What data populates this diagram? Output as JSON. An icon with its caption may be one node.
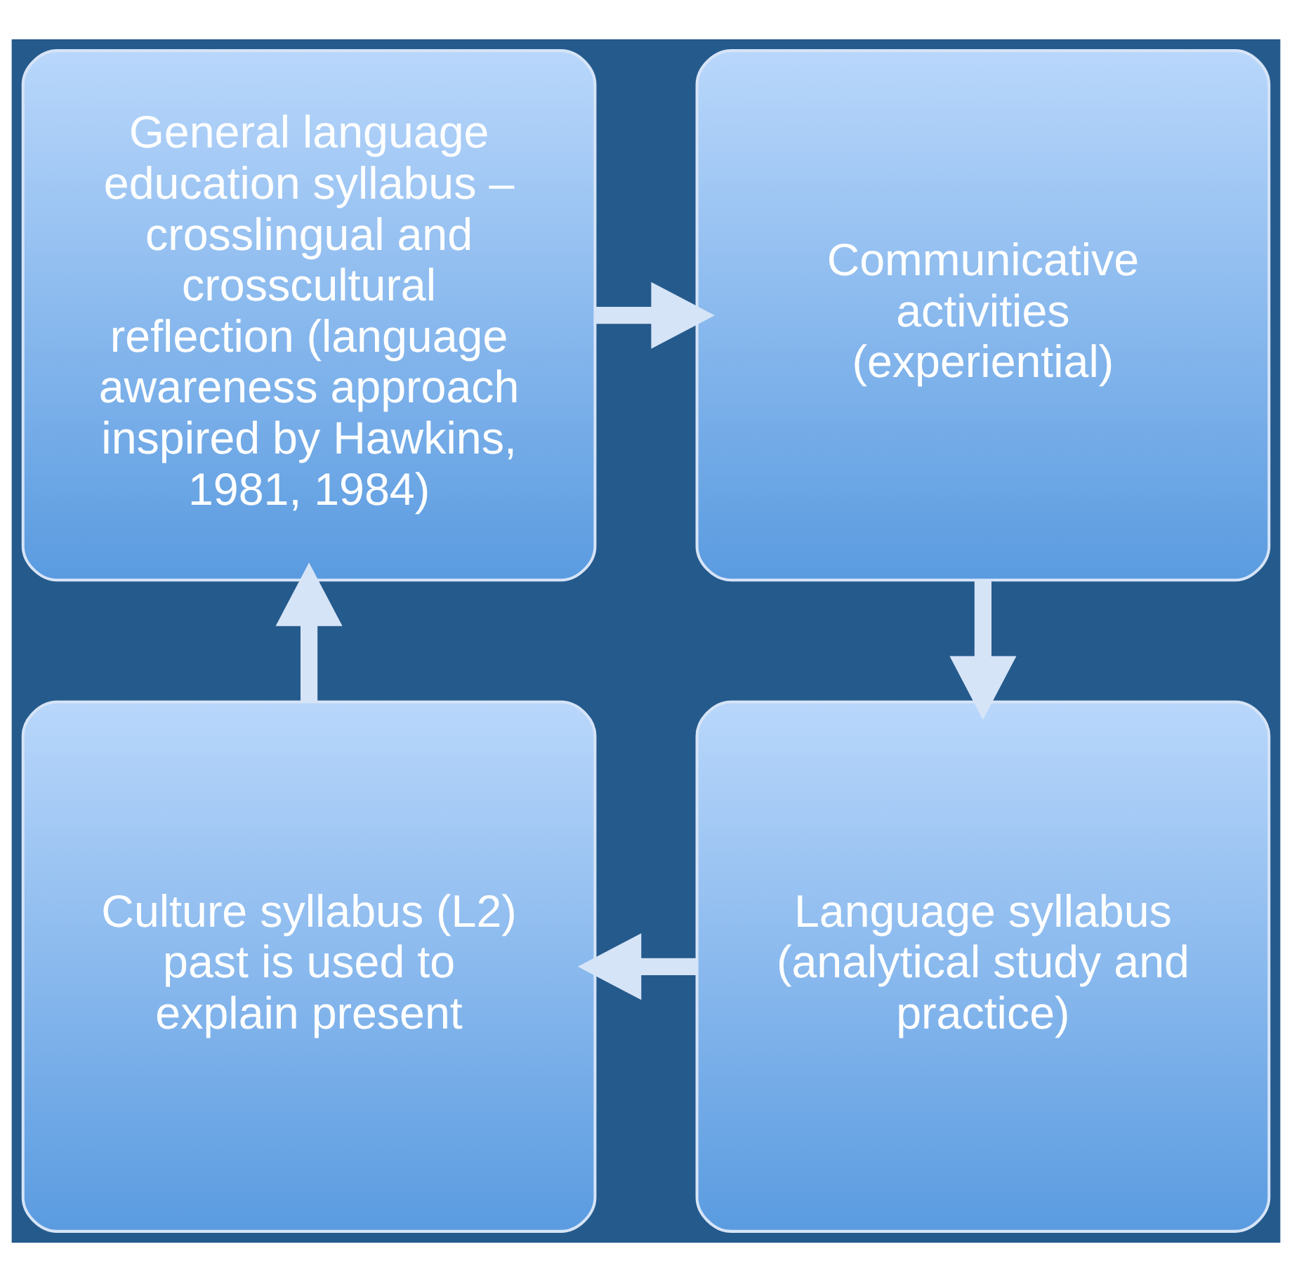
{
  "diagram": {
    "nodes": [
      {
        "text": [
          "General language education syllabus – crosslingual and crosscultural reflection (language awareness approach inspired by Hawkins, 1981, 1984)"
        ]
      },
      {
        "text": [
          "Communicative activities (experiential)"
        ]
      },
      {
        "text": [
          "Language syllabus (analytical study and practice)"
        ]
      },
      {
        "text": [
          "Culture syllabus (L2) past is used to explain present"
        ]
      }
    ],
    "edges": [
      {
        "from": 0,
        "to": 1,
        "arrow": "to"
      },
      {
        "from": 1,
        "to": 2,
        "arrow": "to"
      },
      {
        "from": 2,
        "to": 3,
        "arrow": "to"
      },
      {
        "from": 3,
        "to": 0,
        "arrow": "to"
      }
    ]
  }
}
